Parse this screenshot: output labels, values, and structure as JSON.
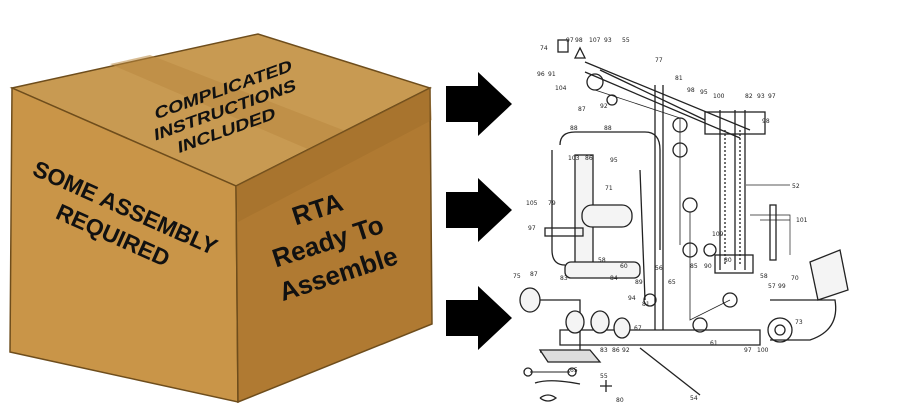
{
  "box": {
    "top_lines": [
      "COMPLICATED",
      "INSTRUCTIONS",
      "INCLUDED"
    ],
    "left_lines": [
      "SOME ASSEMBLY",
      "REQUIRED"
    ],
    "right_lines": [
      "RTA",
      "Ready To",
      "Assemble"
    ]
  },
  "arrows": [
    "arrow-top",
    "arrow-middle",
    "arrow-bottom"
  ],
  "diagram": {
    "part_numbers": [
      "74",
      "97",
      "98",
      "107",
      "93",
      "55",
      "96",
      "91",
      "77",
      "81",
      "104",
      "98",
      "95",
      "100",
      "82",
      "93",
      "97",
      "98",
      "87",
      "92",
      "88",
      "88",
      "103",
      "86",
      "95",
      "52",
      "71",
      "105",
      "79",
      "101",
      "97",
      "58",
      "109",
      "80",
      "75",
      "87",
      "60",
      "83",
      "84",
      "89",
      "65",
      "94",
      "58",
      "57",
      "99",
      "70",
      "73",
      "61",
      "97",
      "100",
      "83",
      "86",
      "54",
      "81",
      "56",
      "85",
      "90",
      "65",
      "55",
      "80",
      "92",
      "67"
    ]
  }
}
